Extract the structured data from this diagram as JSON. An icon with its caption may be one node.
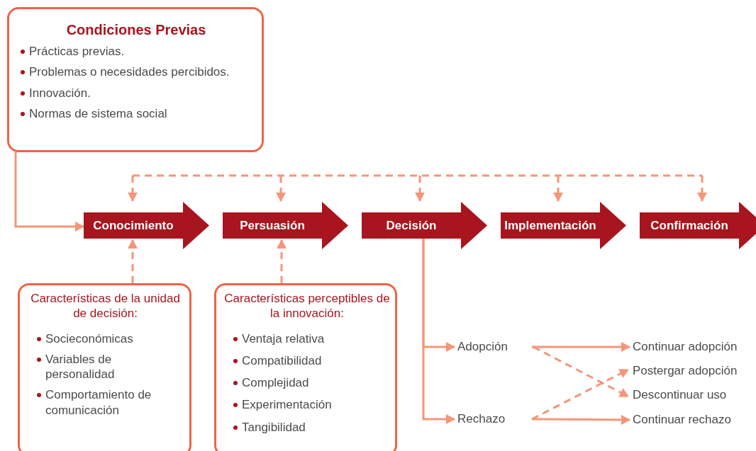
{
  "diagram": {
    "nodes": [
      {
        "text": [
          "Condiciones Previas",
          "Prácticas previas.",
          "Problemas o necesidades percibidos.",
          "Innovación.",
          "Normas de sistema social"
        ]
      },
      {
        "text": [
          "Conocimiento"
        ]
      },
      {
        "text": [
          "Persuasión"
        ]
      },
      {
        "text": [
          "Decisión"
        ]
      },
      {
        "text": [
          "Implementación"
        ]
      },
      {
        "text": [
          "Confirmación"
        ]
      },
      {
        "text": [
          "Características de la unidad de decisión:",
          "Socieconómicas",
          "Variables de personalidad",
          "Comportamiento de comunicación"
        ]
      },
      {
        "text": [
          "Características perceptibles de la innovación:",
          "Ventaja relativa",
          "Compatibilidad",
          "Complejidad",
          "Experimentación",
          "Tangibilidad"
        ]
      },
      {
        "text": [
          "Adopción"
        ]
      },
      {
        "text": [
          "Rechazo"
        ]
      },
      {
        "text": [
          "Continuar adopción"
        ]
      },
      {
        "text": [
          "Postergar adopción"
        ]
      },
      {
        "text": [
          "Descontinuar uso"
        ]
      },
      {
        "text": [
          "Continuar rechazo"
        ]
      }
    ],
    "edges": [
      {
        "from": 0,
        "to": 1,
        "arrow": "to"
      },
      {
        "from": null,
        "to": 1,
        "arrow": "to",
        "style": "dashed"
      },
      {
        "from": null,
        "to": 2,
        "arrow": "to",
        "style": "dashed"
      },
      {
        "from": null,
        "to": 3,
        "arrow": "to",
        "style": "dashed"
      },
      {
        "from": null,
        "to": 4,
        "arrow": "to",
        "style": "dashed"
      },
      {
        "from": null,
        "to": 5,
        "arrow": "to",
        "style": "dashed"
      },
      {
        "from": 6,
        "to": 1,
        "arrow": "to",
        "style": "dashed"
      },
      {
        "from": 7,
        "to": 2,
        "arrow": "to",
        "style": "dashed"
      },
      {
        "from": 3,
        "to": 8,
        "arrow": "to"
      },
      {
        "from": 3,
        "to": 9,
        "arrow": "to"
      },
      {
        "from": 8,
        "to": 10,
        "arrow": "to"
      },
      {
        "from": 8,
        "to": 12,
        "arrow": "to",
        "style": "dashed"
      },
      {
        "from": 9,
        "to": 11,
        "arrow": "to",
        "style": "dashed"
      },
      {
        "from": 9,
        "to": 13,
        "arrow": "to"
      }
    ]
  }
}
